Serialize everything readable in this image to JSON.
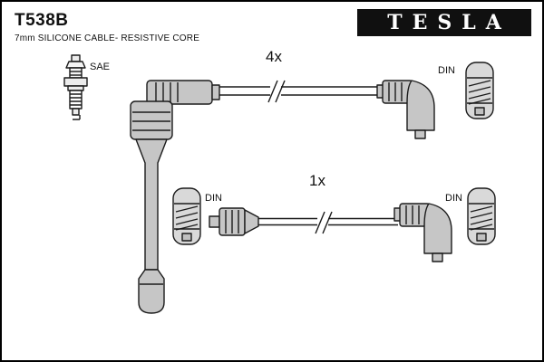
{
  "header": {
    "part_number": "T538B",
    "description": "7mm SILICONE CABLE- RESISTIVE CORE",
    "brand": "TESLA"
  },
  "diagram": {
    "sae_label": "SAE",
    "qty_top": "4x",
    "qty_bottom": "1x",
    "din_top_right": "DIN",
    "din_bottom_left": "DIN",
    "din_bottom_right": "DIN"
  },
  "colors": {
    "ink": "#1b1b1b",
    "boot_fill": "#c6c6c6",
    "terminal_fill": "#d9d9d9",
    "logo_background": "#101010",
    "logo_text": "#ffffff",
    "background": "#ffffff"
  }
}
